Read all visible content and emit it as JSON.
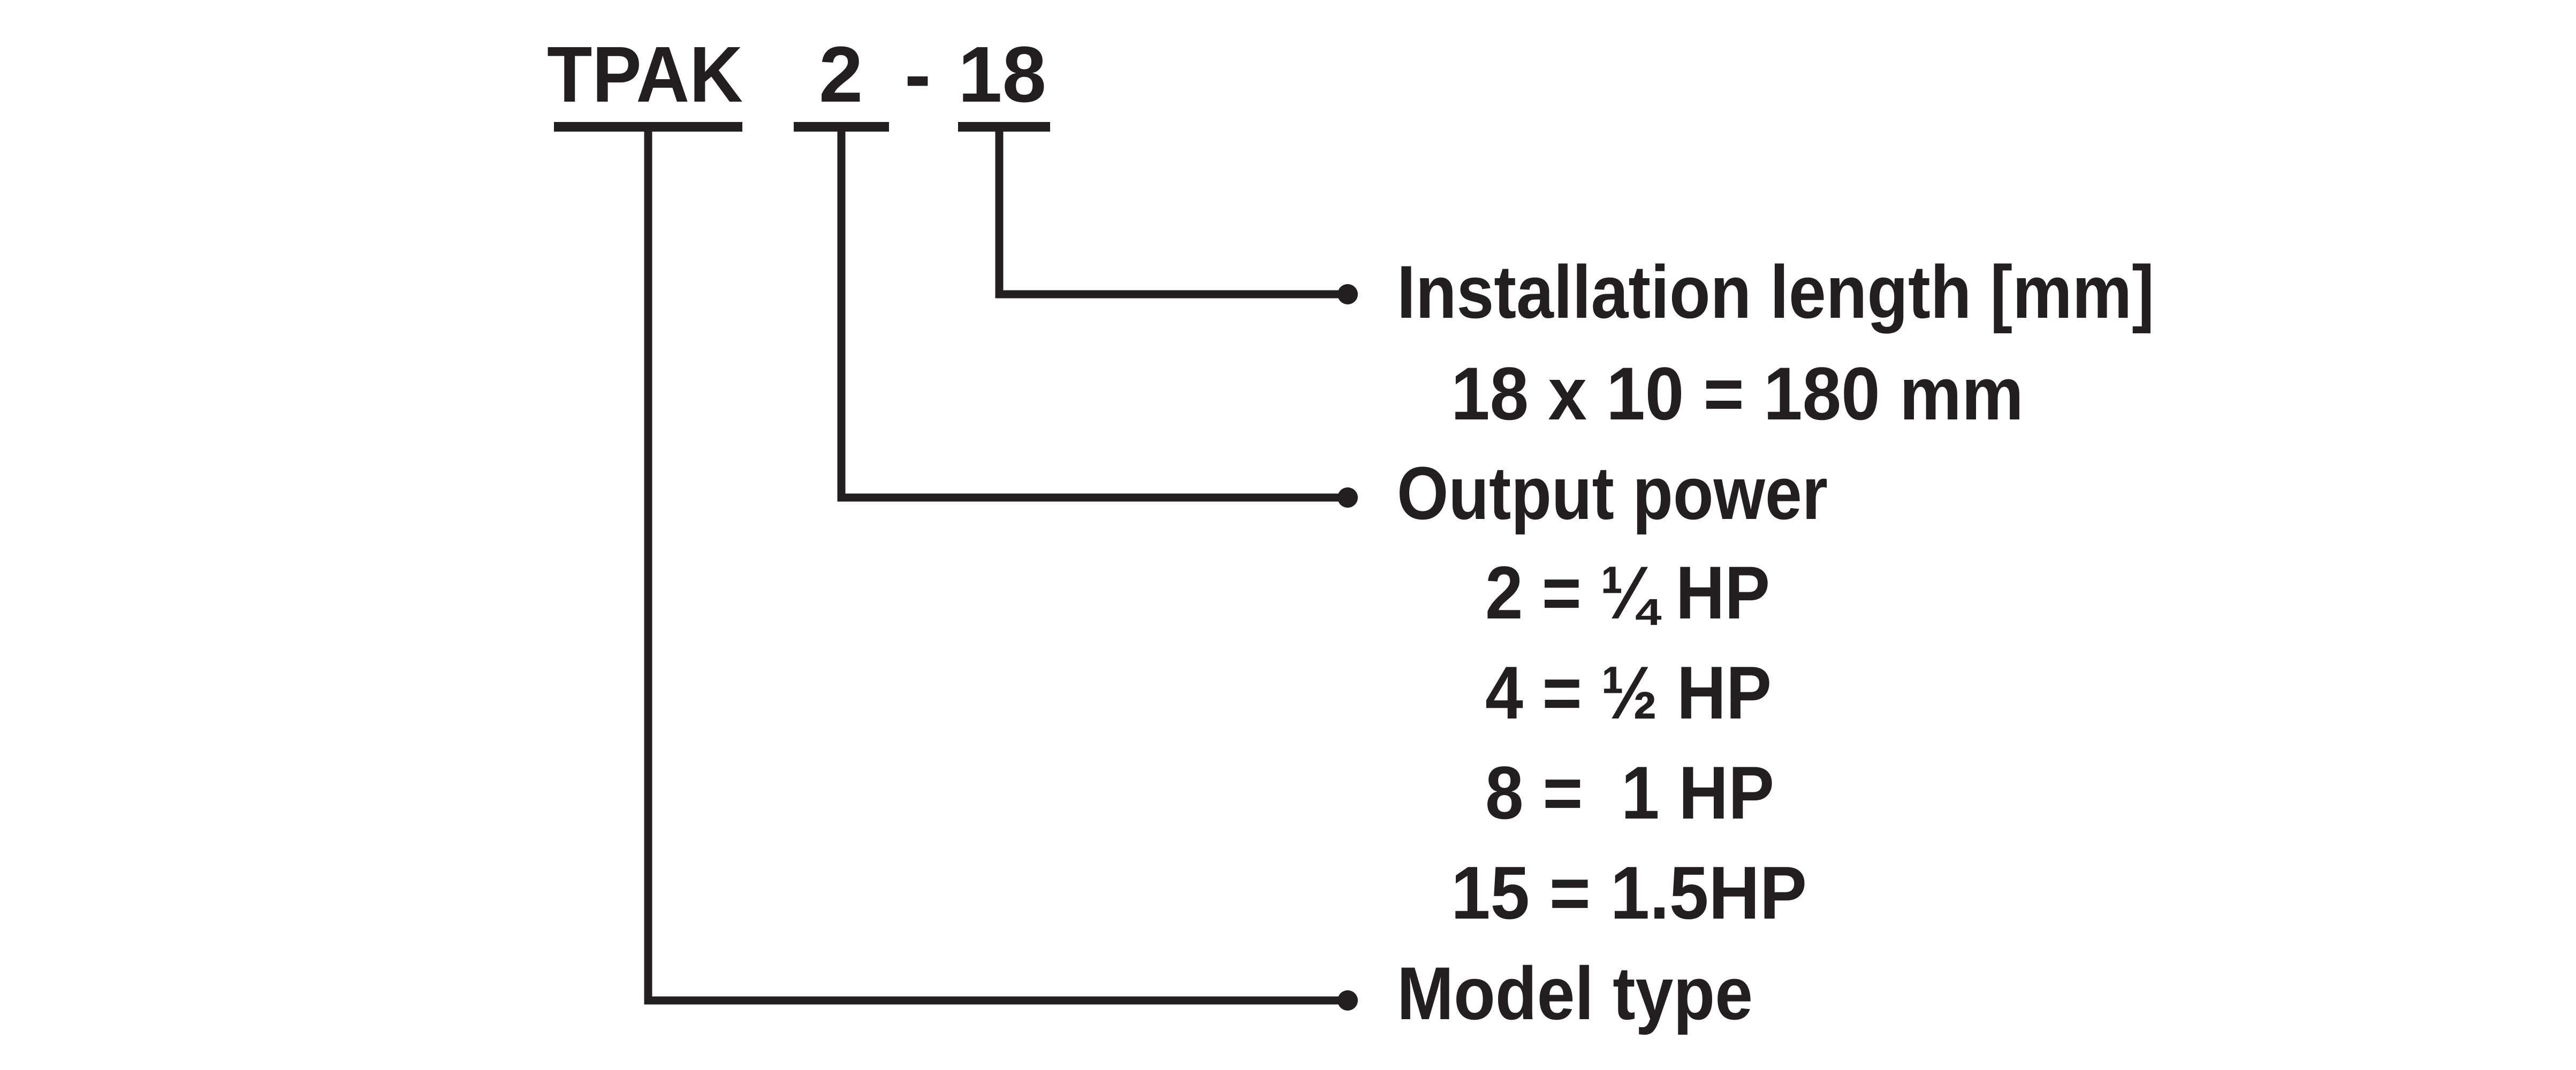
{
  "colors": {
    "ink": "#231f20",
    "background": "#ffffff"
  },
  "code": {
    "model": "TPAK",
    "power": "2",
    "separator": "-",
    "length": "18"
  },
  "labels": {
    "length_title": "Installation length [mm]",
    "length_example": "18 x 10 = 180 mm",
    "power_title": "Output power",
    "power_options": [
      "2 = ¼ HP",
      "4 = ½ HP",
      "8 =  1 HP",
      "15 = 1.5HP"
    ],
    "model_title": "Model type"
  }
}
